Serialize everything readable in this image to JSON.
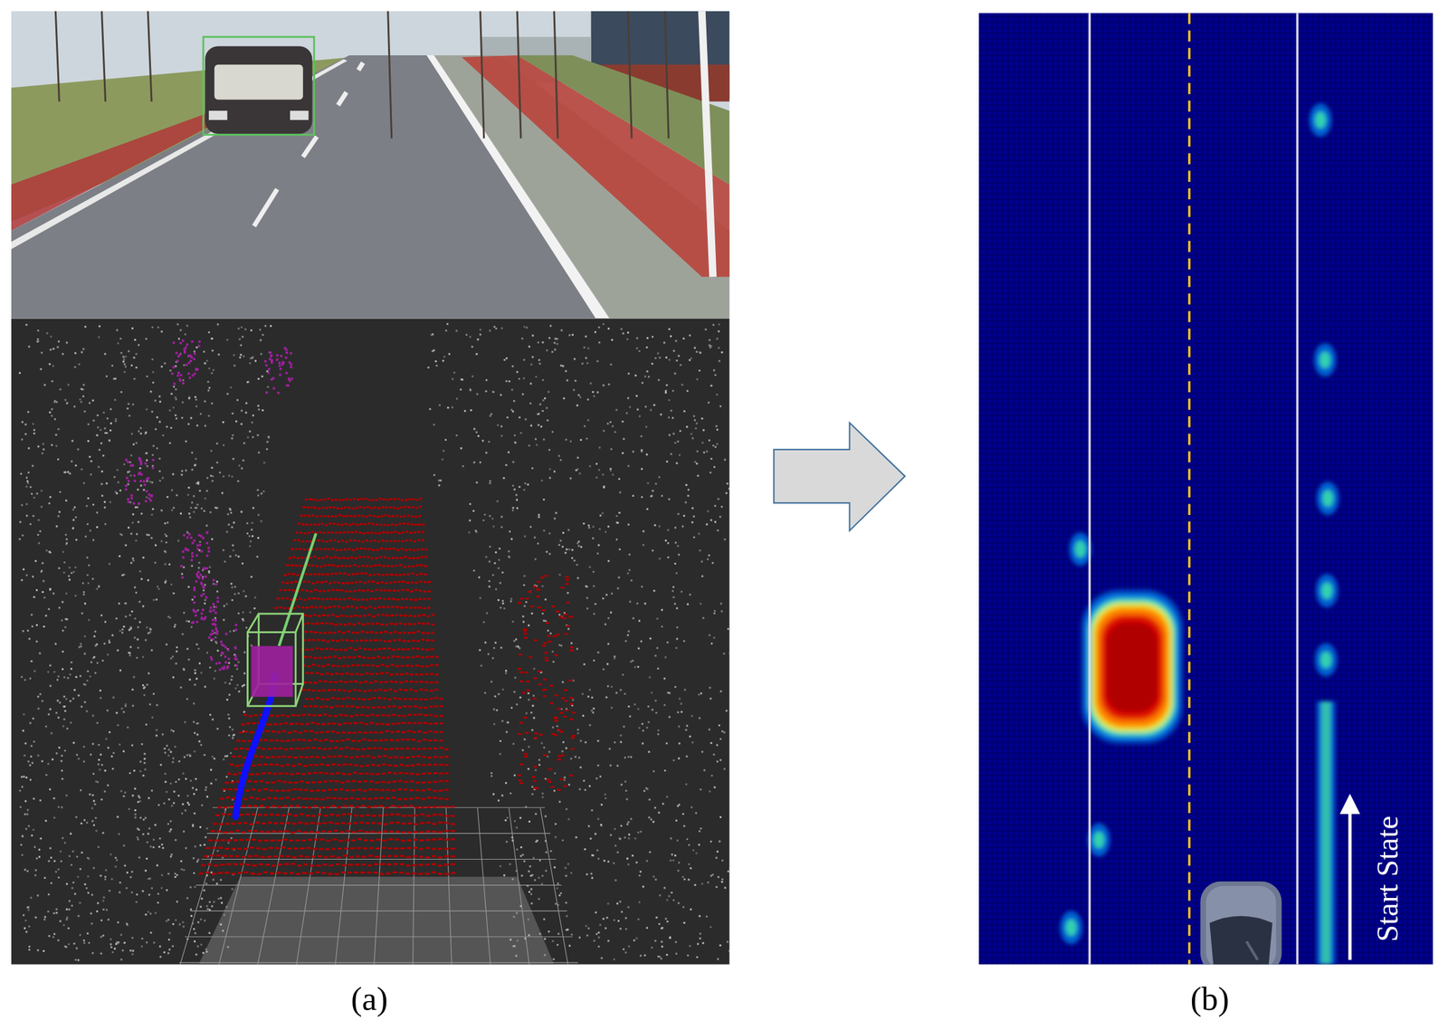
{
  "diagram": {
    "labels": [
      "(a)",
      "(b)",
      "Start State"
    ]
  }
}
